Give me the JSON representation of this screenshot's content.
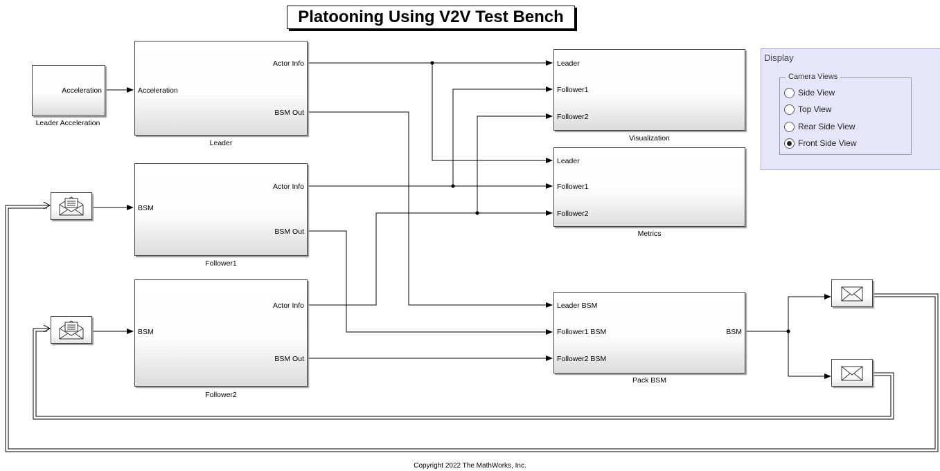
{
  "title": "Platooning Using V2V Test Bench",
  "blocks": {
    "leader_accel": {
      "label": "Leader Acceleration",
      "out_port": "Acceleration"
    },
    "leader": {
      "label": "Leader",
      "in_port": "Acceleration",
      "out_ports": [
        "Actor Info",
        "BSM Out"
      ]
    },
    "follower1": {
      "label": "Follower1",
      "in_port": "BSM",
      "out_ports": [
        "Actor Info",
        "BSM Out"
      ]
    },
    "follower2": {
      "label": "Follower2",
      "in_port": "BSM",
      "out_ports": [
        "Actor Info",
        "BSM Out"
      ]
    },
    "visualization": {
      "label": "Visualization",
      "in_ports": [
        "Leader",
        "Follower1",
        "Follower2"
      ]
    },
    "metrics": {
      "label": "Metrics",
      "in_ports": [
        "Leader",
        "Follower1",
        "Follower2"
      ]
    },
    "pack_bsm": {
      "label": "Pack BSM",
      "in_ports": [
        "Leader BSM",
        "Follower1 BSM",
        "Follower2 BSM"
      ],
      "out_port": "BSM"
    }
  },
  "message_blocks": {
    "receive_icon": "envelope-receive-icon",
    "send_icon": "envelope-send-icon"
  },
  "display": {
    "title": "Display",
    "group_label": "Camera Views",
    "options": [
      "Side View",
      "Top View",
      "Rear Side View",
      "Front Side View"
    ],
    "selected": "Front Side View"
  },
  "copyright": "Copyright 2022 The MathWorks, Inc.",
  "colors": {
    "display_bg": "#e6e6fa",
    "line": "#000000"
  }
}
